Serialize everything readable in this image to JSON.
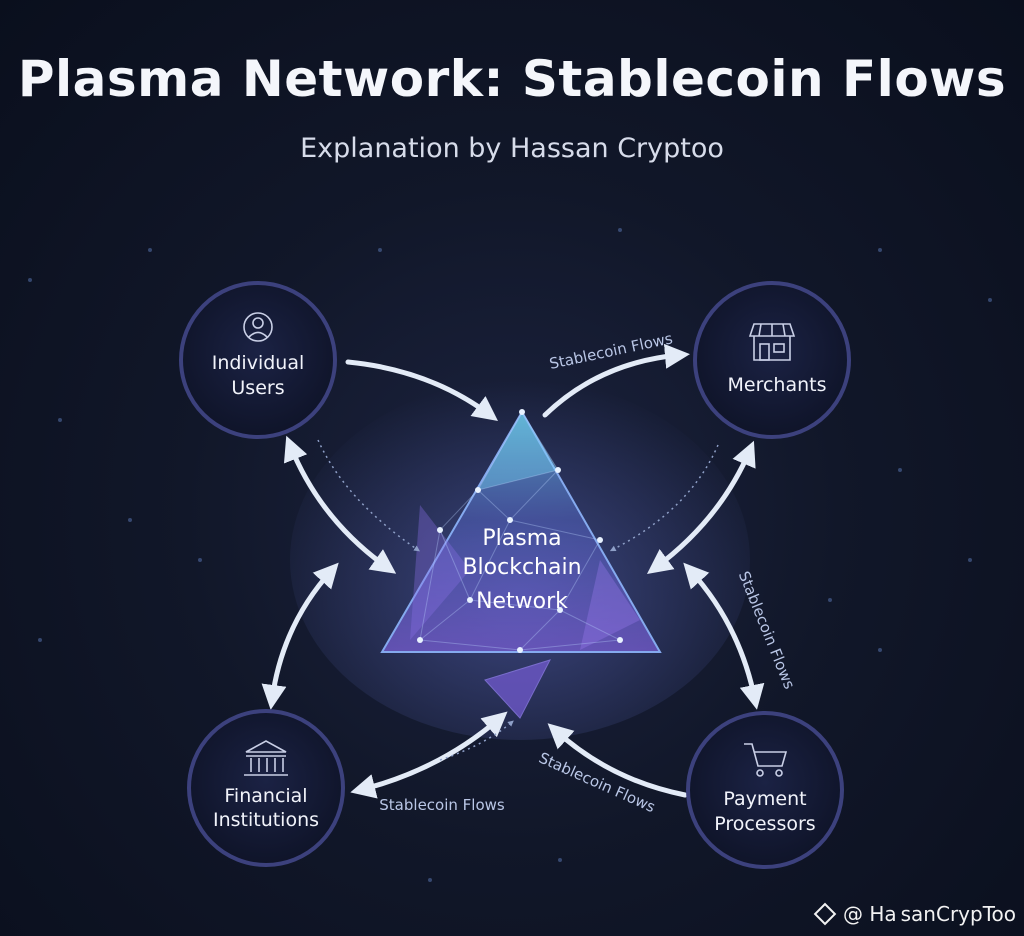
{
  "title": "Plasma Network: Stablecoin Flows",
  "subtitle": "Explanation by Hassan Cryptoo",
  "center": {
    "line1": "Plasma",
    "line2": "Blockchain",
    "line3": "Network"
  },
  "nodes": {
    "individual_users": {
      "line1": "Individual",
      "line2": "Users",
      "icon": "user-icon"
    },
    "merchants": {
      "line1": "Merchants",
      "icon": "storefront-icon"
    },
    "financial_institutions": {
      "line1": "Financial",
      "line2": "Institutions",
      "icon": "bank-icon"
    },
    "payment_processors": {
      "line1": "Payment",
      "line2": "Processors",
      "icon": "shopping-cart-icon"
    }
  },
  "flow_labels": {
    "top_right": "Stablecoin Flows",
    "right": "Stablecoin Flows",
    "bottom_right": "Stablecoin Flows",
    "bottom_left": "Stablecoin Flows"
  },
  "watermark": "@ Ha sanCrypToo",
  "colors": {
    "node_ring": "#3a3f78",
    "node_fill": "#141a33",
    "arrow": "#dfe8f6",
    "triangle": "#6b7fd8",
    "triangle_glow": "#5fd3ff"
  }
}
